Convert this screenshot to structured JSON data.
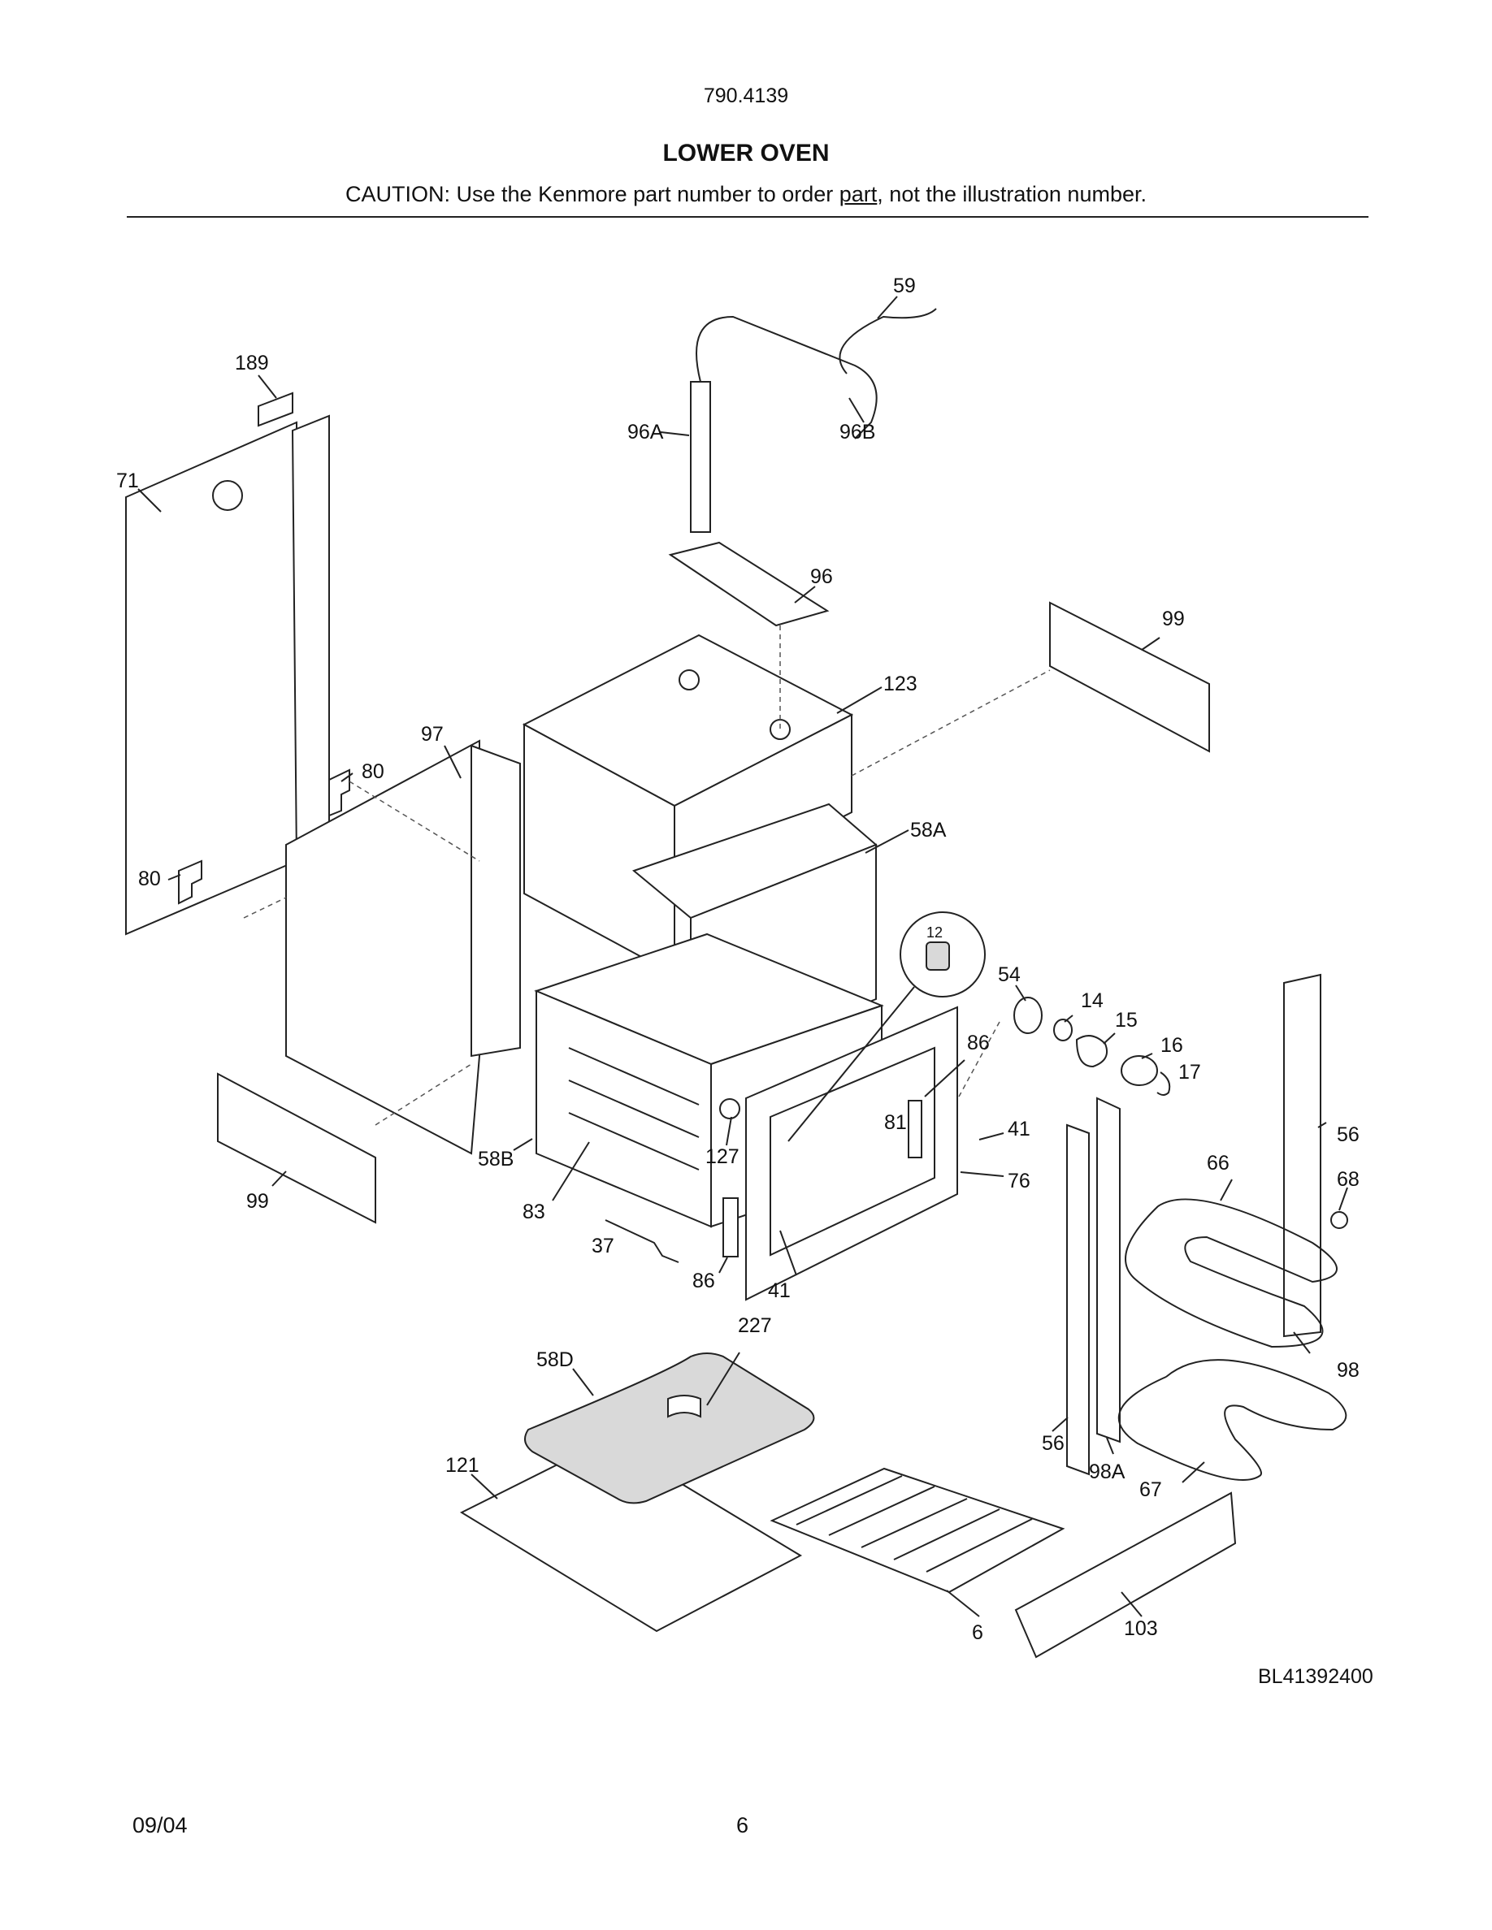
{
  "header": {
    "model_number": "790.4139",
    "section_title": "LOWER OVEN",
    "caution_prefix": "CAUTION: Use the Kenmore part number to order ",
    "caution_underlined": "part",
    "caution_suffix": ", not the illustration number."
  },
  "diagram": {
    "diagram_id": "BL41392400",
    "part_labels": [
      "189",
      "71",
      "80",
      "80",
      "97",
      "96A",
      "96B",
      "59",
      "96",
      "123",
      "99",
      "58A",
      "12",
      "54",
      "14",
      "15",
      "16",
      "17",
      "86",
      "81",
      "41",
      "76",
      "58B",
      "83",
      "127",
      "99",
      "37",
      "86",
      "41",
      "56",
      "66",
      "68",
      "98",
      "227",
      "58D",
      "121",
      "56",
      "98A",
      "67",
      "6",
      "103"
    ]
  },
  "footer": {
    "date": "09/04",
    "page_number": "6"
  }
}
